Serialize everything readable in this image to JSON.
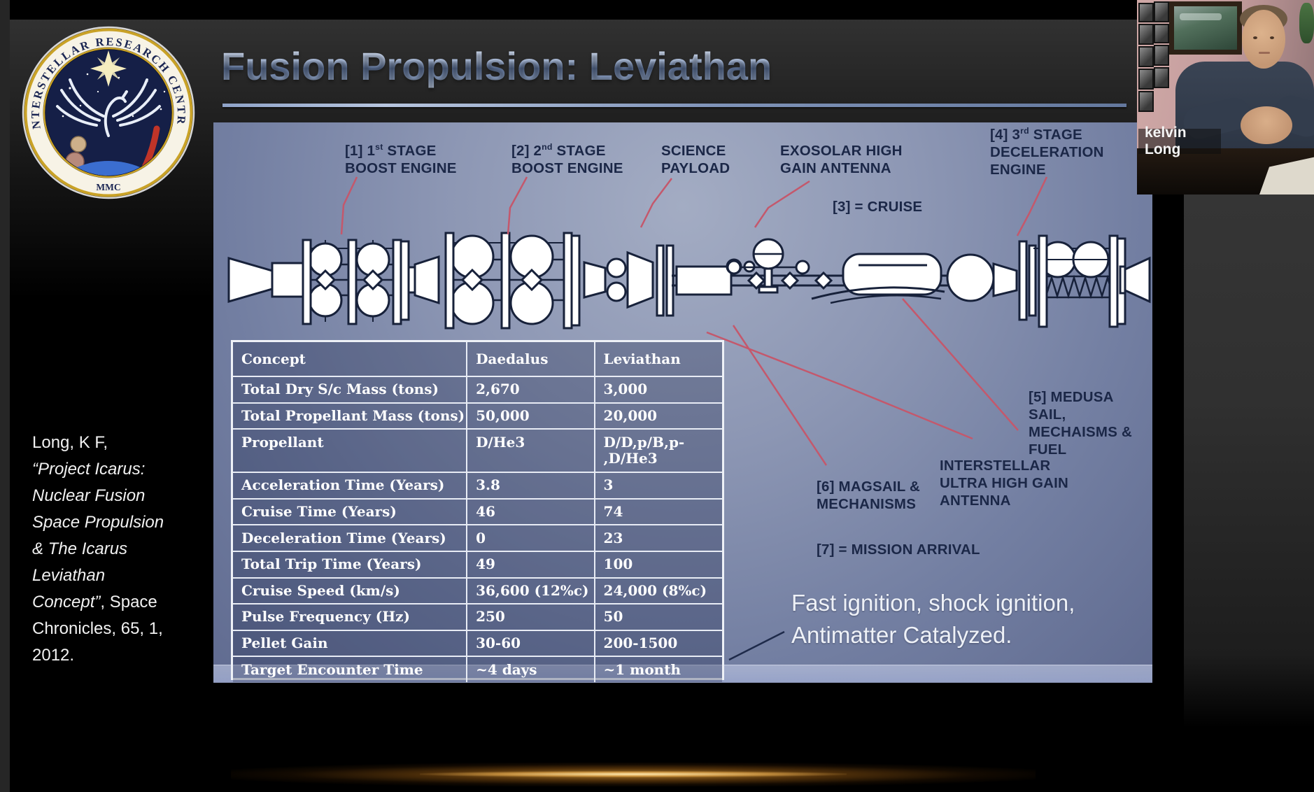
{
  "header": {
    "title": "Fusion Propulsion: Leviathan"
  },
  "logo": {
    "ring_text": "INTERSTELLAR RESEARCH CENTRE",
    "bottom_text": "MMC"
  },
  "webcam": {
    "name_tag": "kelvin Long"
  },
  "citation": {
    "lines": [
      {
        "segs": [
          {
            "t": "Long, K F,",
            "i": false
          }
        ]
      },
      {
        "segs": [
          {
            "t": "“Project Icarus:",
            "i": true
          }
        ]
      },
      {
        "segs": [
          {
            "t": "Nuclear Fusion",
            "i": true
          }
        ]
      },
      {
        "segs": [
          {
            "t": "Space Propulsion",
            "i": true
          }
        ]
      },
      {
        "segs": [
          {
            "t": "& The Icarus",
            "i": true
          }
        ]
      },
      {
        "segs": [
          {
            "t": "Leviathan",
            "i": true
          }
        ]
      },
      {
        "segs": [
          {
            "t": "Concept”",
            "i": true
          },
          {
            "t": ", Space",
            "i": false
          }
        ]
      },
      {
        "segs": [
          {
            "t": "Chronicles, 65, 1,",
            "i": false
          }
        ]
      },
      {
        "segs": [
          {
            "t": "2012.",
            "i": false
          }
        ]
      }
    ]
  },
  "slide": {
    "labels": {
      "stage1": {
        "pre": "[1] 1",
        "sup": "st",
        "post": " STAGE",
        "line2": "BOOST ENGINE"
      },
      "stage2": {
        "pre": "[2] 2",
        "sup": "nd",
        "post": " STAGE",
        "line2": "BOOST ENGINE"
      },
      "science": {
        "line1": "SCIENCE",
        "line2": "PAYLOAD"
      },
      "exosolar": {
        "line1": "EXOSOLAR HIGH",
        "line2": "GAIN ANTENNA"
      },
      "cruise": "[3] = CRUISE",
      "stage3": {
        "pre": "[4] 3",
        "sup": "rd",
        "post": " STAGE",
        "line2": "DECELERATION",
        "line3": "ENGINE"
      },
      "medusa": {
        "line1": "[5] MEDUSA SAIL,",
        "line2": "MECHAISMS &",
        "line3": "FUEL"
      },
      "interstellar": {
        "line1": "INTERSTELLAR",
        "line2": "ULTRA HIGH GAIN",
        "line3": "ANTENNA"
      },
      "magsail": {
        "line1": "[6] MAGSAIL &",
        "line2": "MECHANISMS"
      },
      "arrival": "[7] = MISSION ARRIVAL",
      "ignition": "Fast ignition, shock ignition,\nAntimatter Catalyzed."
    },
    "table": {
      "columns": [
        "Concept",
        "Daedalus",
        "Leviathan"
      ],
      "rows": [
        [
          "Total Dry S/c Mass (tons)",
          "2,670",
          "3,000"
        ],
        [
          "Total Propellant Mass (tons)",
          "50,000",
          "20,000"
        ],
        [
          "Propellant",
          "D/He3",
          "D/D,p/B,p-\n,D/He3"
        ],
        [
          "Acceleration Time (Years)",
          "3.8",
          "3"
        ],
        [
          "Cruise Time (Years)",
          "46",
          "74"
        ],
        [
          "Deceleration Time (Years)",
          "0",
          "23"
        ],
        [
          "Total Trip Time (Years)",
          "49",
          "100"
        ],
        [
          "Cruise Speed (km/s)",
          "36,600 (12%c)",
          "24,000 (8%c)"
        ],
        [
          "Pulse Frequency (Hz)",
          "250",
          "50"
        ],
        [
          "Pellet Gain",
          "30-60",
          "200-1500"
        ],
        [
          "Target Encounter Time",
          "~4 days",
          "~1 month"
        ]
      ]
    }
  },
  "colors": {
    "pointer_line": "#c4586c",
    "label_navy": "#1b2747",
    "slide_blue": "#8d97b4",
    "gold_ring": "#c9a227",
    "glow": "#e8a33c"
  }
}
